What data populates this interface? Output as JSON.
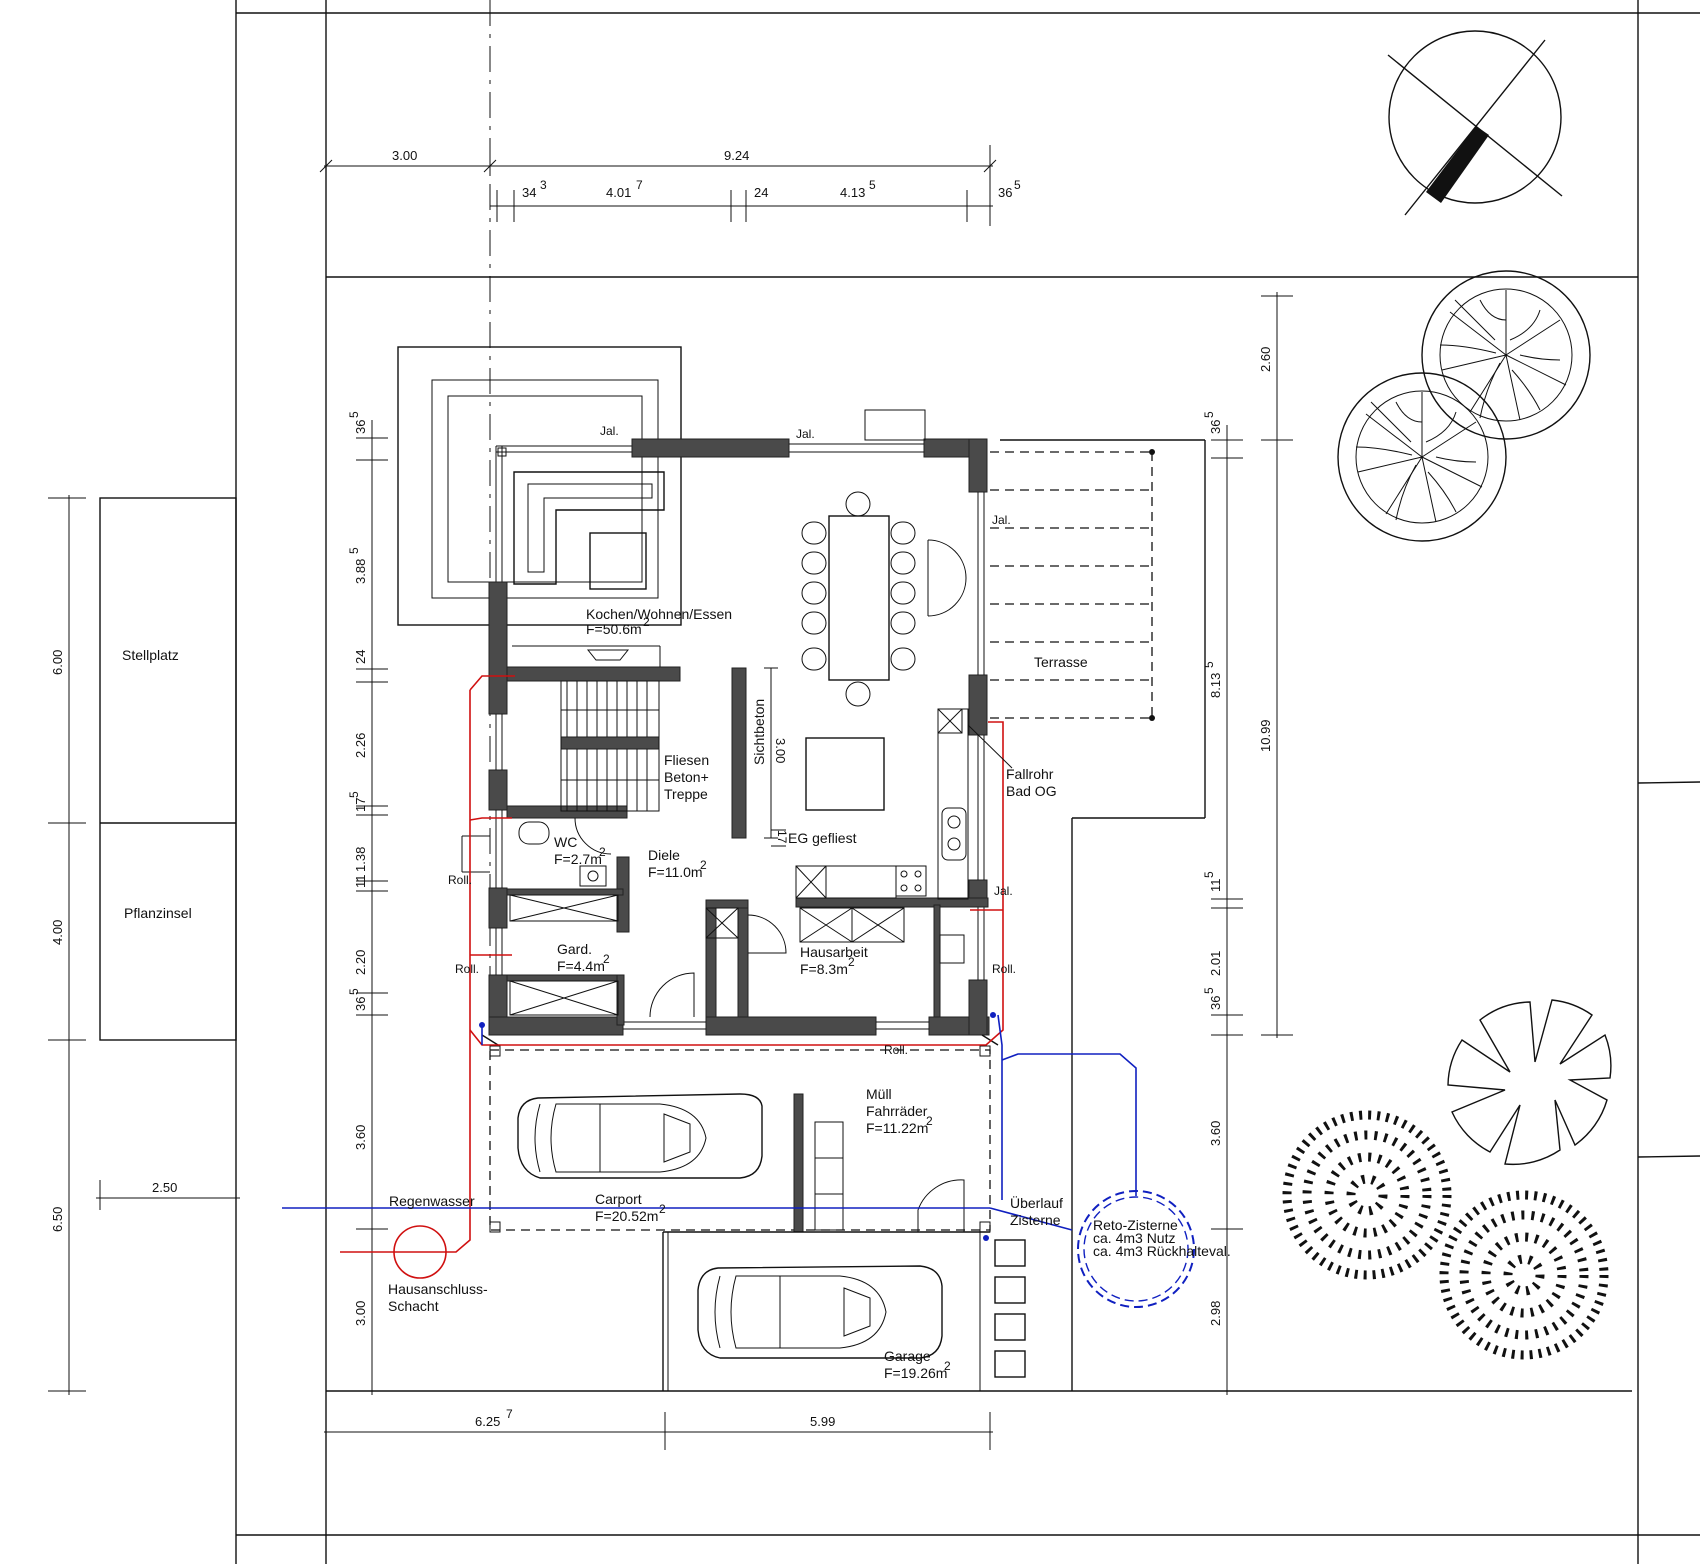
{
  "dimensions": {
    "top_left": "3.00",
    "top_total": "9.24",
    "top_a": "34",
    "top_a_sup": "3",
    "top_b": "4.01",
    "top_b_sup": "7",
    "top_c": "24",
    "top_d": "4.13",
    "top_d_sup": "5",
    "top_e": "36",
    "top_e_sup": "5",
    "left_outer_1": "6.00",
    "left_outer_2": "4.00",
    "left_outer_3": "6.50",
    "left_outer_width": "2.50",
    "left_1": "36",
    "left_1_sup": "5",
    "left_2": "3.88",
    "left_2_sup": "5",
    "left_3": "24",
    "left_4": "2.26",
    "left_5": "17",
    "left_5_sup": "5",
    "left_6": "1.38",
    "left_6_pre": "11",
    "left_6_pre_sup": "5",
    "left_7": "2.20",
    "left_8": "36",
    "left_8_sup": "5",
    "left_9": "3.60",
    "left_10": "3.00",
    "right_1": "2.60",
    "right_2": "36",
    "right_2_sup": "5",
    "right_3": "8.13",
    "right_3_sup": "5",
    "right_4": "10.99",
    "right_5": "11",
    "right_5_sup": "5",
    "right_6": "2.01",
    "right_7": "36",
    "right_7_sup": "5",
    "right_8": "3.60",
    "right_9": "2.98",
    "bottom_1": "6.25",
    "bottom_1_sup": "7",
    "bottom_2": "5.99",
    "stair_h": "3.00",
    "stair_small": "17"
  },
  "labels": {
    "stellplatz": "Stellplatz",
    "pflanzinsel": "Pflanzinsel",
    "kochen": "Kochen/Wohnen/Essen",
    "kochen_area": "F=50.6m",
    "jal_1": "Jal.",
    "jal_2": "Jal.",
    "jal_3": "Jal.",
    "jal_4": "Jal.",
    "terrasse": "Terrasse",
    "sichtbeton": "Sichtbeton",
    "fliesen_1": "Fliesen",
    "fliesen_2": "Beton+",
    "fliesen_3": "Treppe",
    "fallrohr_1": "Fallrohr",
    "fallrohr_2": "Bad OG",
    "eg_gefliest": "EG gefliest",
    "wc": "WC",
    "wc_area": "F=2.7m",
    "diele": "Diele",
    "diele_area": "F=11.0m",
    "roll_1": "Roll.",
    "roll_2": "Roll.",
    "roll_3": "Roll.",
    "roll_4": "Roll.",
    "gard": "Gard.",
    "gard_area": "F=4.4m",
    "hausarbeit": "Hausarbeit",
    "hausarbeit_area": "F=8.3m",
    "muell_1": "Müll",
    "muell_2": "Fahrräder",
    "muell_area": "F=11.22m",
    "regenwasser": "Regenwasser",
    "carport": "Carport",
    "carport_area": "F=20.52m",
    "ueberlauf_1": "Überlauf",
    "ueberlauf_2": "Zisterne",
    "reto_1": "Reto-Zisterne",
    "reto_2": "ca. 4m3 Nutz",
    "reto_3": "ca. 4m3 Rückhalteval.",
    "hausanschluss_1": "Hausanschluss-",
    "hausanschluss_2": "Schacht",
    "garage": "Garage",
    "garage_area": "F=19.26m",
    "sq": "2"
  },
  "colors": {
    "wall": "#4a4a4a",
    "drainage_red": "#d01010",
    "water_blue": "#1020c0"
  }
}
